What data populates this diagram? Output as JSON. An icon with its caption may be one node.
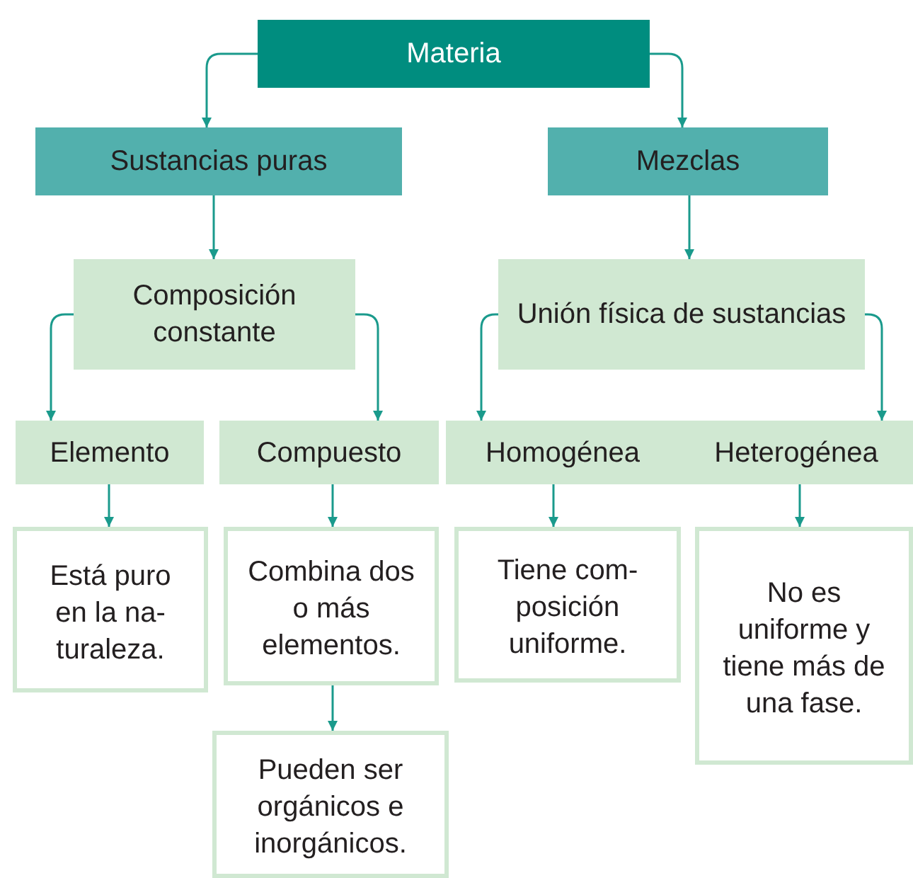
{
  "diagram": {
    "nodes": [
      {
        "text": [
          "Materia"
        ]
      },
      {
        "text": [
          "Sustancias puras"
        ]
      },
      {
        "text": [
          "Mezclas"
        ]
      },
      {
        "text": [
          "Composición constante"
        ]
      },
      {
        "text": [
          "Unión física de sustancias"
        ]
      },
      {
        "text": [
          "Elemento"
        ]
      },
      {
        "text": [
          "Compuesto"
        ]
      },
      {
        "text": [
          "Homogénea"
        ]
      },
      {
        "text": [
          "Heterogénea"
        ]
      },
      {
        "text": [
          "Está puro en la na- turaleza."
        ]
      },
      {
        "text": [
          "Combina dos o más elementos."
        ]
      },
      {
        "text": [
          "Tiene com- posición uniforme."
        ]
      },
      {
        "text": [
          "No es uniforme y tiene más de una fase."
        ]
      },
      {
        "text": [
          "Pueden ser orgánicos e inorgánicos."
        ]
      }
    ],
    "edges": [
      {
        "from": 0,
        "to": 1,
        "arrow": "to"
      },
      {
        "from": 0,
        "to": 2,
        "arrow": "to"
      },
      {
        "from": 1,
        "to": 3,
        "arrow": "to"
      },
      {
        "from": 2,
        "to": 4,
        "arrow": "to"
      },
      {
        "from": 3,
        "to": 5,
        "arrow": "to"
      },
      {
        "from": 3,
        "to": 6,
        "arrow": "to"
      },
      {
        "from": 4,
        "to": 7,
        "arrow": "to"
      },
      {
        "from": 4,
        "to": 8,
        "arrow": "to"
      },
      {
        "from": 5,
        "to": 9,
        "arrow": "to"
      },
      {
        "from": 6,
        "to": 10,
        "arrow": "to"
      },
      {
        "from": 7,
        "to": 11,
        "arrow": "to"
      },
      {
        "from": 8,
        "to": 12,
        "arrow": "to"
      },
      {
        "from": 10,
        "to": 13,
        "arrow": "to"
      }
    ]
  }
}
